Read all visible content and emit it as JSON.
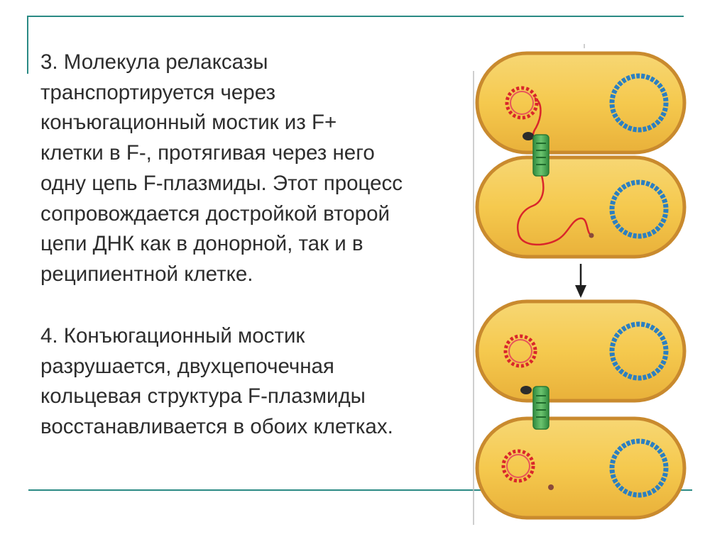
{
  "paragraphs": [
    {
      "lines": [
        "3. Молекула релаксазы",
        "транспортируется через",
        "конъюгационный мостик из F+",
        "клетки в F-, протягивая через него",
        "одну цепь F-плазмиды. Этот процесс",
        "сопровождается достройкой второй",
        "цепи ДНК как в донорной, так и в",
        "реципиентной клетке."
      ]
    },
    {
      "lines": [
        "4. Конъюгационный мостик",
        "разрушается, двухцепочечная",
        "кольцевая структура F-плазмиды",
        "восстанавливается в обоих клетках."
      ]
    }
  ],
  "colors": {
    "frame": "#2a8a84",
    "text": "#2d2d2d",
    "cell_fill": "#f5c94e",
    "cell_outline": "#c98a2e",
    "f_plasmid": "#d9262b",
    "chromosome": "#2b7fc1",
    "bridge": "#3aa14a"
  }
}
